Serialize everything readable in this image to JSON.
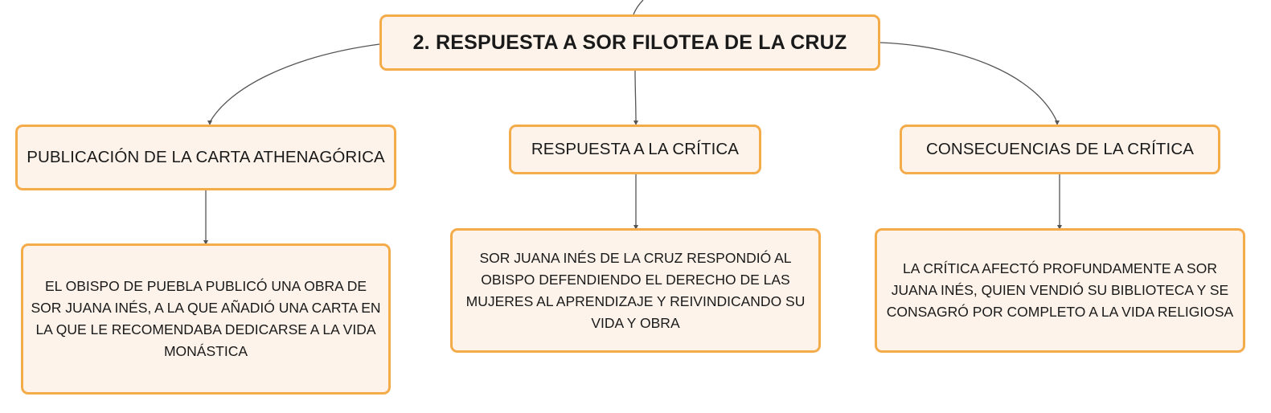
{
  "root": {
    "title": "2. RESPUESTA A SOR FILOTEA DE LA CRUZ"
  },
  "branches": [
    {
      "title": "PUBLICACIÓN DE LA CARTA ATHENAGÓRICA",
      "detail": "EL OBISPO DE PUEBLA PUBLICÓ UNA OBRA DE SOR JUANA INÉS, A LA QUE AÑADIÓ UNA CARTA EN LA QUE LE RECOMENDABA DEDICARSE A LA VIDA MONÁSTICA"
    },
    {
      "title": "RESPUESTA A LA CRÍTICA",
      "detail": "SOR JUANA INÉS DE LA CRUZ RESPONDIÓ AL OBISPO DEFENDIENDO EL DERECHO DE LAS MUJERES AL APRENDIZAJE Y REIVINDICANDO SU VIDA Y OBRA"
    },
    {
      "title": "CONSECUENCIAS DE LA CRÍTICA",
      "detail": "LA CRÍTICA AFECTÓ PROFUNDAMENTE A SOR JUANA INÉS, QUIEN VENDIÓ SU BIBLIOTECA Y SE CONSAGRÓ POR COMPLETO A LA VIDA RELIGIOSA"
    }
  ],
  "colors": {
    "node_fill": "#fdf3ea",
    "node_border": "#f4ab4a",
    "connector": "#555555",
    "text": "#1a1a1a"
  }
}
